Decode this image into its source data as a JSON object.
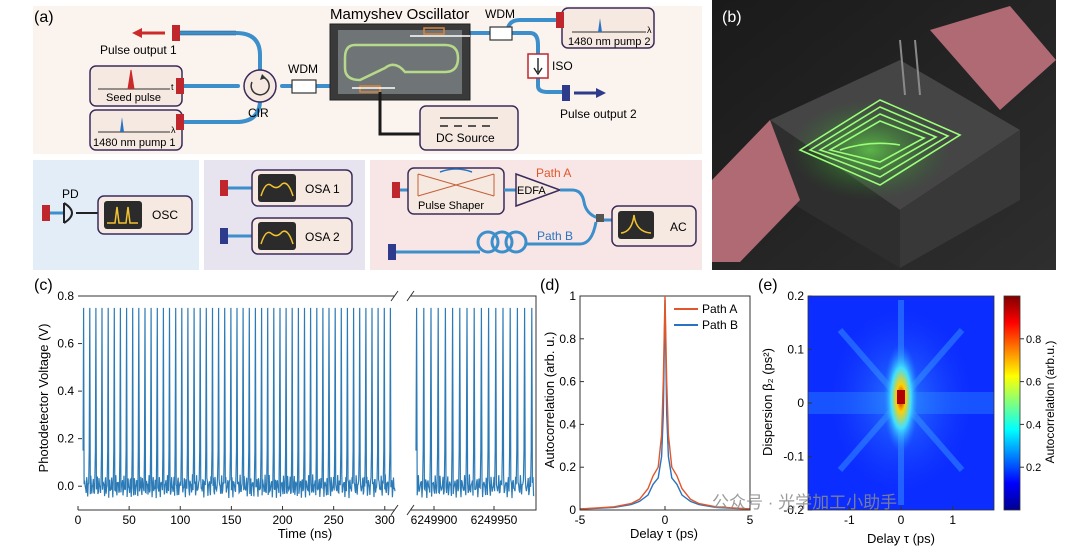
{
  "colors": {
    "fiber": "#3d8fcb",
    "panel_a_bg": "#fbf4ee",
    "box_pd_bg": "#e3edf7",
    "box_osa_bg": "#e7e3ef",
    "box_ac_bg": "#f8e6e6",
    "instrument_fill": "#f6e9e2",
    "instrument_stroke": "#3b2b5c",
    "seed_arrow": "#cc2a2a",
    "output_arrow": "#2e3a8c",
    "path_a": "#e0572b",
    "path_b": "#2a73c0",
    "plot_line": "#2c7bb6",
    "screen": "#2b2b2b",
    "screen_trace": "#f2c230"
  },
  "panel_labels": {
    "a": "(a)",
    "b": "(b)",
    "c": "(c)",
    "d": "(d)",
    "e": "(e)"
  },
  "diagram": {
    "title": "Mamyshev Oscillator",
    "wdm_left": "WDM",
    "wdm_right": "WDM",
    "pulse_output_1": "Pulse output 1",
    "pulse_output_2": "Pulse output 2",
    "seed_pulse": "Seed pulse",
    "seed_axis": "t",
    "pump1": "1480 nm pump 1",
    "pump2": "1480 nm pump 2",
    "lambda": "λ",
    "cir": "CIR",
    "iso": "ISO",
    "dc_source": "DC Source",
    "pd": "PD",
    "osc": "OSC",
    "osa1": "OSA 1",
    "osa2": "OSA 2",
    "pulse_shaper": "Pulse Shaper",
    "edfa": "EDFA",
    "path_a": "Path A",
    "path_b": "Path B",
    "ac": "AC"
  },
  "chart_data": [
    {
      "panel": "c",
      "type": "line",
      "title": "",
      "xlabel": "Time (ns)",
      "ylabel": "Photodetector Voltage (V)",
      "ylim": [
        -0.1,
        0.8
      ],
      "x_ticks_left": [
        "0",
        "50",
        "100",
        "150",
        "200",
        "250",
        "300"
      ],
      "x_ticks_right": [
        "6249900",
        "6249950"
      ],
      "y_ticks": [
        "0.0",
        "0.2",
        "0.4",
        "0.6",
        "0.8"
      ],
      "pulse_period_ns": 6.0,
      "pulse_peak_v": 0.75,
      "baseline_v": 0.0,
      "segments": [
        {
          "x_range": [
            0,
            310
          ]
        },
        {
          "x_range": [
            6249880,
            6249985
          ]
        }
      ]
    },
    {
      "panel": "d",
      "type": "line",
      "xlabel": "Delay τ (ps)",
      "ylabel": "Autocorrelation (arb. u.)",
      "xlim": [
        -5,
        5
      ],
      "ylim": [
        0,
        1
      ],
      "x_ticks": [
        "-5",
        "0",
        "5"
      ],
      "y_ticks": [
        "0",
        "0.2",
        "0.4",
        "0.6",
        "0.8",
        "1"
      ],
      "legend": "top-right",
      "series": [
        {
          "name": "Path A",
          "color": "#e0572b",
          "x": [
            -5,
            -4,
            -3,
            -2,
            -1.5,
            -1,
            -0.7,
            -0.4,
            -0.2,
            -0.1,
            0,
            0.1,
            0.2,
            0.4,
            0.7,
            1,
            1.5,
            2,
            3,
            4,
            5
          ],
          "y": [
            0.005,
            0.01,
            0.015,
            0.03,
            0.05,
            0.1,
            0.16,
            0.2,
            0.35,
            0.6,
            1.0,
            0.6,
            0.35,
            0.2,
            0.16,
            0.1,
            0.05,
            0.03,
            0.015,
            0.01,
            0.005
          ]
        },
        {
          "name": "Path B",
          "color": "#2a73c0",
          "x": [
            -5,
            -4,
            -3,
            -2,
            -1.5,
            -1,
            -0.7,
            -0.4,
            -0.2,
            -0.1,
            0,
            0.1,
            0.2,
            0.4,
            0.7,
            1,
            1.5,
            2,
            3,
            4,
            5
          ],
          "y": [
            0.005,
            0.008,
            0.012,
            0.025,
            0.04,
            0.07,
            0.12,
            0.15,
            0.25,
            0.45,
            0.98,
            0.45,
            0.25,
            0.15,
            0.12,
            0.07,
            0.04,
            0.025,
            0.012,
            0.008,
            0.005
          ]
        }
      ]
    },
    {
      "panel": "e",
      "type": "heatmap",
      "xlabel": "Delay τ (ps)",
      "ylabel": "Dispersion β₂ (ps²)",
      "colorbar_label": "Autocorrelation (arb.u.)",
      "xlim": [
        -1.8,
        1.8
      ],
      "ylim": [
        -0.2,
        0.2
      ],
      "x_ticks": [
        "-1",
        "0",
        "1"
      ],
      "y_ticks": [
        "-0.2",
        "-0.1",
        "0",
        "0.1",
        "0.2"
      ],
      "colorbar_ticks": [
        "0.2",
        "0.4",
        "0.6",
        "0.8"
      ],
      "peak": {
        "x": 0,
        "y": 0.01,
        "value": 1.0
      }
    }
  ],
  "watermark": "公众号 · 光学加工小助手"
}
